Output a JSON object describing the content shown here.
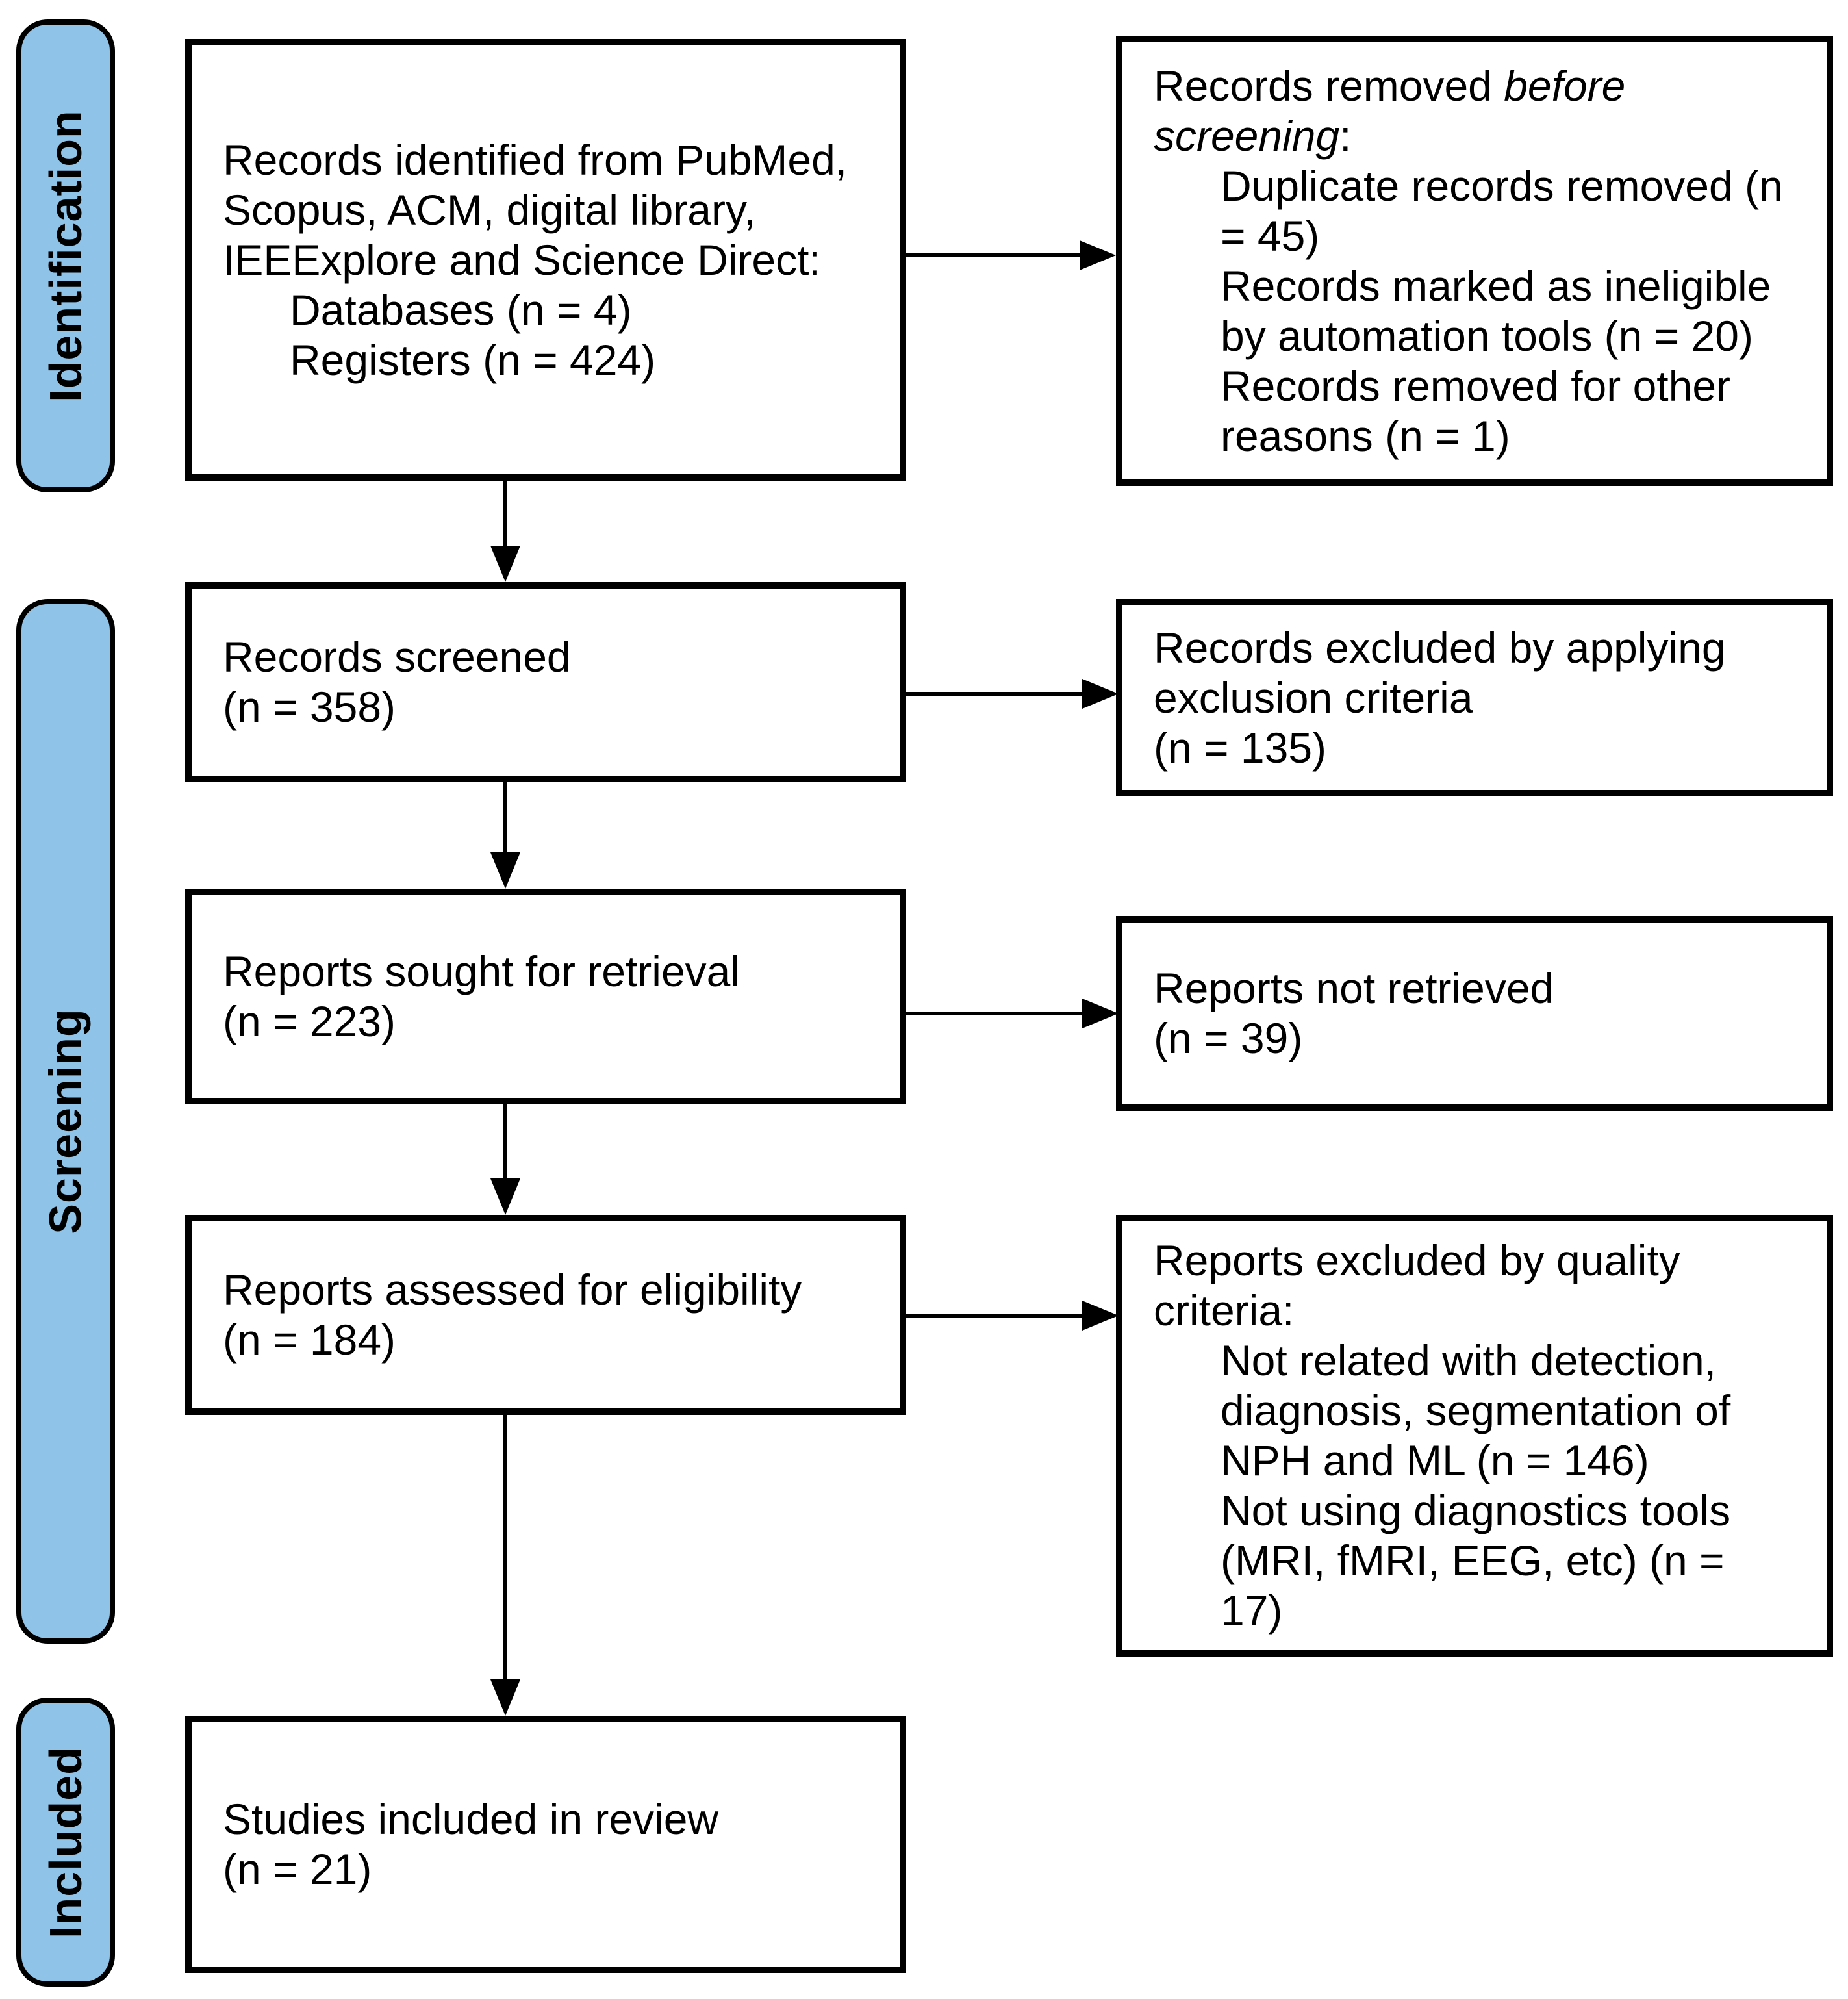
{
  "colors": {
    "sidebar_blue": "#8FC3E8",
    "line_black": "#000000",
    "background": "#FFFFFF"
  },
  "sidebars": [
    {
      "label": "Identification"
    },
    {
      "label": "Screening"
    },
    {
      "label": "Included"
    }
  ],
  "boxes": {
    "identified": {
      "lines": [
        {
          "parts": [
            {
              "text": "Records identified from PubMed,"
            }
          ],
          "indent": 0
        },
        {
          "parts": [
            {
              "text": "Scopus, ACM, digital library,"
            }
          ],
          "indent": 0
        },
        {
          "parts": [
            {
              "text": "IEEExplore and Science Direct:"
            }
          ],
          "indent": 0
        },
        {
          "parts": [
            {
              "text": "Databases (n = 4)"
            }
          ],
          "indent": 1
        },
        {
          "parts": [
            {
              "text": "Registers (n = 424)"
            }
          ],
          "indent": 1
        }
      ]
    },
    "removed": {
      "lines": [
        {
          "parts": [
            {
              "text": "Records removed "
            },
            {
              "text": "before",
              "italic": true
            }
          ],
          "indent": 0
        },
        {
          "parts": [
            {
              "text": "screening",
              "italic": true
            },
            {
              "text": ":"
            }
          ],
          "indent": 0
        },
        {
          "parts": [
            {
              "text": "Duplicate records removed (n"
            }
          ],
          "indent": 1
        },
        {
          "parts": [
            {
              "text": "= 45)"
            }
          ],
          "indent": 1
        },
        {
          "parts": [
            {
              "text": "Records marked as ineligible"
            }
          ],
          "indent": 1
        },
        {
          "parts": [
            {
              "text": "by automation tools (n = 20)"
            }
          ],
          "indent": 1
        },
        {
          "parts": [
            {
              "text": "Records removed for other"
            }
          ],
          "indent": 1
        },
        {
          "parts": [
            {
              "text": "reasons (n = 1)"
            }
          ],
          "indent": 1
        }
      ]
    },
    "screened": {
      "lines": [
        {
          "parts": [
            {
              "text": "Records screened"
            }
          ],
          "indent": 0
        },
        {
          "parts": [
            {
              "text": "(n = 358)"
            }
          ],
          "indent": 0
        }
      ]
    },
    "excluded": {
      "lines": [
        {
          "parts": [
            {
              "text": "Records excluded by applying"
            }
          ],
          "indent": 0
        },
        {
          "parts": [
            {
              "text": "exclusion criteria"
            }
          ],
          "indent": 0
        },
        {
          "parts": [
            {
              "text": "(n = 135)"
            }
          ],
          "indent": 0
        }
      ]
    },
    "sought": {
      "lines": [
        {
          "parts": [
            {
              "text": "Reports sought for retrieval"
            }
          ],
          "indent": 0
        },
        {
          "parts": [
            {
              "text": "(n = 223)"
            }
          ],
          "indent": 0
        }
      ]
    },
    "not_retrieved": {
      "lines": [
        {
          "parts": [
            {
              "text": "Reports not retrieved"
            }
          ],
          "indent": 0
        },
        {
          "parts": [
            {
              "text": "(n = 39)"
            }
          ],
          "indent": 0
        }
      ]
    },
    "assessed": {
      "lines": [
        {
          "parts": [
            {
              "text": "Reports assessed for eligibility"
            }
          ],
          "indent": 0
        },
        {
          "parts": [
            {
              "text": "(n = 184)"
            }
          ],
          "indent": 0
        }
      ]
    },
    "quality": {
      "lines": [
        {
          "parts": [
            {
              "text": "Reports excluded by quality"
            }
          ],
          "indent": 0
        },
        {
          "parts": [
            {
              "text": "criteria:"
            }
          ],
          "indent": 0
        },
        {
          "parts": [
            {
              "text": "Not related with detection,"
            }
          ],
          "indent": 1
        },
        {
          "parts": [
            {
              "text": "diagnosis, segmentation of"
            }
          ],
          "indent": 1
        },
        {
          "parts": [
            {
              "text": "NPH and ML (n = 146)"
            }
          ],
          "indent": 1
        },
        {
          "parts": [
            {
              "text": "Not using diagnostics tools"
            }
          ],
          "indent": 1
        },
        {
          "parts": [
            {
              "text": "(MRI, fMRI, EEG, etc) (n ="
            }
          ],
          "indent": 1
        },
        {
          "parts": [
            {
              "text": "17)"
            }
          ],
          "indent": 1
        }
      ]
    },
    "included_studies": {
      "lines": [
        {
          "parts": [
            {
              "text": "Studies included in review"
            }
          ],
          "indent": 0
        },
        {
          "parts": [
            {
              "text": "(n = 21)"
            }
          ],
          "indent": 0
        }
      ]
    }
  }
}
